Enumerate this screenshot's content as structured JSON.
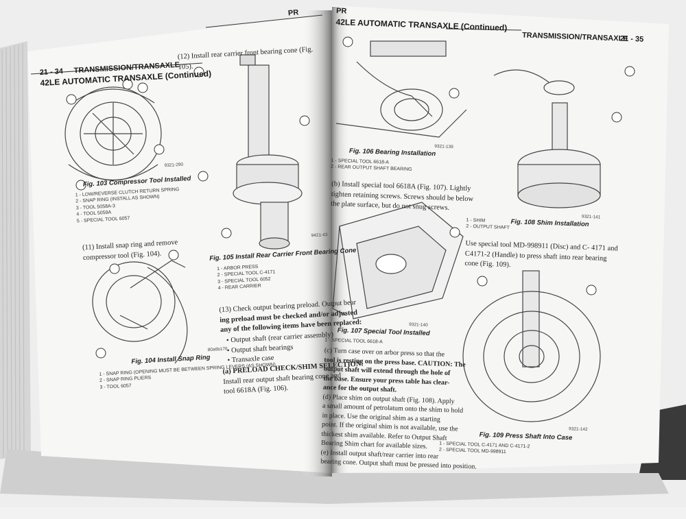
{
  "left_page": {
    "page_number": "21 - 34",
    "section": "TRANSMISSION/TRANSAXLE",
    "corner": "PR",
    "heading": "42LE AUTOMATIC TRANSAXLE (Continued)",
    "fig103": {
      "caption": "Fig. 103 Compressor Tool Installed",
      "code": "9321-290",
      "legend": [
        "1 - LOW/REVERSE CLUTCH RETURN SPRING",
        "2 - SNAP RING (INSTALL AS SHOWN)",
        "3 - TOOL 5058A-3",
        "4 - TOOL 5059A",
        "5 - SPECIAL TOOL 6057"
      ]
    },
    "step11": "(11) Install snap ring and remove compressor tool (Fig. 104).",
    "fig104": {
      "caption": "Fig. 104 Install Snap Ring",
      "code": "80a6b176",
      "legend": [
        "1 - SNAP RING (OPENING MUST BE BETWEEN SPRING LEVERS (AS SHOWN)",
        "2 - SNAP RING PLIERS",
        "3 - TOOL 6057"
      ]
    },
    "step12": "(12) Install rear carrier front bearing cone (Fig. 105).",
    "fig105": {
      "caption": "Fig. 105 Install Rear Carrier Front Bearing Cone",
      "code": "9421-43",
      "legend": [
        "1 - ARBOR PRESS",
        "2 - SPECIAL TOOL C-4171",
        "3 - SPECIAL TOOL 6052",
        "4 - REAR CARRIER"
      ]
    },
    "step13": [
      "(13) Check output bearing preload. Output bear",
      "ing preload must be checked and/or adjusted",
      "any of the following items have been replaced:"
    ],
    "bullets": [
      "Output shaft (rear carrier assembly)",
      "Output shaft bearings",
      "Transaxle case"
    ],
    "step_a": [
      "(a) PRELOAD CHECK/SHIM SELECTION:",
      "Install rear output shaft bearing cone and",
      "tool 6618A (Fig. 106)."
    ]
  },
  "right_page": {
    "page_number": "21 - 35",
    "section": "TRANSMISSION/TRANSAXLE",
    "corner": "PR",
    "heading": "42LE AUTOMATIC TRANSAXLE (Continued)",
    "fig106": {
      "caption": "Fig. 106 Bearing Installation",
      "code": "9321-139",
      "legend": [
        "1 - SPECIAL TOOL 6618-A",
        "2 - REAR OUTPUT SHAFT BEARING"
      ]
    },
    "step_b": [
      "(b) Install special tool 6618A (Fig. 107). Lightly",
      "tighten retaining screws. Screws should be below",
      "the plate surface, but do not snug screws."
    ],
    "fig107": {
      "caption": "Fig. 107 Special Tool Installed",
      "code": "9321-140",
      "legend": [
        "1 - SPECIAL TOOL 6618-A"
      ]
    },
    "step_c": [
      "(c) Turn case over on arbor press so that the",
      "tool is resting on the press base. CAUTION: The",
      "output shaft will extend through the hole of",
      "the base. Ensure your press table has clear-",
      "ance for the output shaft.",
      "(d) Place shim on output shaft (Fig. 108). Apply",
      "a small amount of petrolatum onto the shim to hold",
      "in place. Use the original shim as a starting",
      "point. If the original shim is not available, use the",
      "thickest shim available. Refer to Output Shaft",
      "Bearing Shim chart for available sizes.",
      "(e) Install output shaft/rear carrier into rear",
      "bearing cone. Output shaft must be pressed into position."
    ],
    "fig108": {
      "caption": "Fig. 108 Shim Installation",
      "code": "9321-141",
      "legend": [
        "1 - SHIM",
        "2 - OUTPUT SHAFT"
      ]
    },
    "step_f": [
      "Use special tool MD-998911 (Disc) and C- 4171 and",
      "C4171-2 (Handle) to press shaft into rear bearing",
      "cone (Fig. 109)."
    ],
    "fig109": {
      "caption": "Fig. 109 Press Shaft Into Case",
      "code": "9321-142",
      "legend": [
        "1 - SPECIAL TOOL C-4171 AND C-4171-2",
        "2 - SPECIAL TOOL MD-998911"
      ]
    }
  },
  "colors": {
    "paper": "#f7f7f5",
    "background": "#ededed",
    "ink": "#222222",
    "shadow": "#8a8a8a"
  }
}
